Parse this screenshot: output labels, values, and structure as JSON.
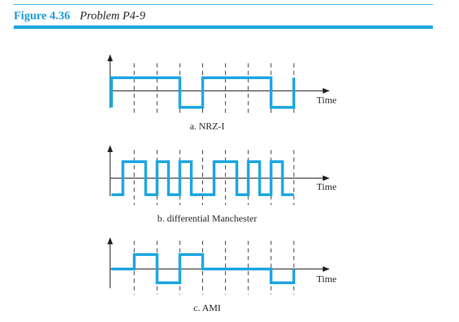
{
  "figure": {
    "number": "Figure 4.36",
    "title": "Problem P4-9"
  },
  "colors": {
    "accent": "#1ba6e0",
    "caption_number": "#1b9bd7",
    "ink": "#231f20"
  },
  "diagram": {
    "panels": [
      {
        "id": "nrzi",
        "caption": "a. NRZ-I",
        "axis_label": "Time",
        "levels": [
          1,
          1,
          1,
          -1,
          1,
          1,
          1,
          -1
        ]
      },
      {
        "id": "manchester",
        "caption": "b. differential Manchester",
        "axis_label": "Time",
        "halves": [
          -1,
          1,
          1,
          -1,
          1,
          -1,
          1,
          -1,
          -1,
          1,
          1,
          -1,
          1,
          -1,
          1,
          -1
        ]
      },
      {
        "id": "ami",
        "caption": "c. AMI",
        "axis_label": "Time",
        "levels": [
          0,
          1,
          -1,
          1,
          0,
          0,
          0,
          -1
        ]
      }
    ]
  }
}
